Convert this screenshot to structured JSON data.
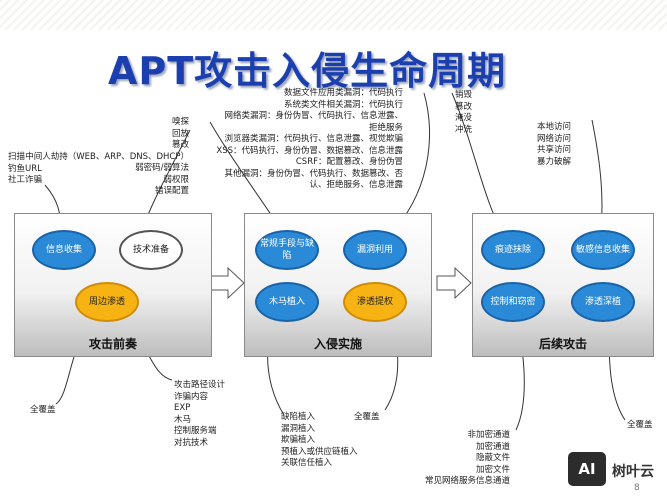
{
  "title": "APT攻击入侵生命周期",
  "stages": [
    {
      "label": "攻击前奏",
      "nodes": [
        "信息收集",
        "技术准备",
        "周边渗透"
      ],
      "top_left_items": [
        "扫描",
        "钓鱼URL",
        "社工诈骗"
      ],
      "top_right_items": [
        "嗅探",
        "回放",
        "篡改",
        "中间人劫持（WEB、ARP、DNS、DHCP）",
        "弱密码/弱算法",
        "弱权限",
        "错误配置"
      ],
      "bottom_left_items": [
        "全覆盖"
      ],
      "bottom_right_items": [
        "攻击路径设计",
        "诈骗内容",
        "EXP",
        "木马",
        "控制服务端",
        "对抗技术"
      ]
    },
    {
      "label": "入侵实施",
      "nodes": [
        "常规手段与缺陷",
        "漏洞利用",
        "木马植入",
        "渗透提权"
      ],
      "top_items": [
        "数据文件应用类漏洞：代码执行",
        "系统类文件相关漏洞：代码执行",
        "网络类漏洞：身份伪冒、代码执行、信息泄露、",
        "拒绝服务",
        "浏览器类漏洞：代码执行、信息泄露、视觉欺骗",
        "XSS：代码执行、身份伪冒、数据篡改、信息泄露",
        "CSRF：配置篡改、身份伪冒",
        "其他漏洞：身份伪冒、代码执行、数据篡改、否",
        "认、拒绝服务、信息泄露"
      ],
      "bottom_left_items": [
        "缺陷植入",
        "漏洞植入",
        "欺骗植入",
        "预植入或供应链植入",
        "关联信任植入"
      ],
      "bottom_right_items": [
        "全覆盖"
      ]
    },
    {
      "label": "后续攻击",
      "nodes": [
        "痕迹抹除",
        "敏感信息收集",
        "控制和窃密",
        "渗透深植"
      ],
      "top_left_items": [
        "销毁",
        "篡改",
        "淹没",
        "冲洗"
      ],
      "top_right_items": [
        "本地访问",
        "网络访问",
        "共享访问",
        "暴力破解"
      ],
      "bottom_left_items": [
        "非加密通道",
        "加密通道",
        "隐蔽文件",
        "加密文件",
        "常见网络服务信息通道"
      ],
      "bottom_right_items": [
        "全覆盖"
      ]
    }
  ],
  "logo": {
    "mark": "AI",
    "text": "树叶云"
  },
  "page_number": "8",
  "colors": {
    "title": "#1b3fae",
    "node_blue": "#2a8ad8",
    "node_orange": "#f7b314"
  }
}
